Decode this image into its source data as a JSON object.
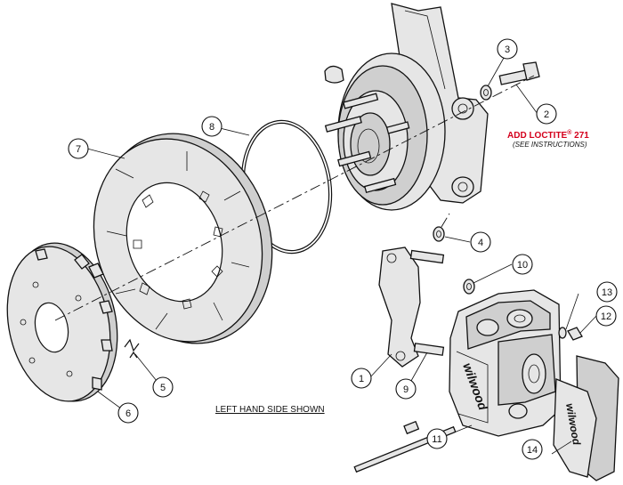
{
  "callouts": {
    "c1": "1",
    "c2": "2",
    "c3": "3",
    "c4": "4",
    "c5": "5",
    "c6": "6",
    "c7": "7",
    "c8": "8",
    "c9": "9",
    "c10": "10",
    "c11": "11",
    "c12": "12",
    "c13": "13",
    "c14": "14"
  },
  "note": {
    "main": "ADD LOCTITE",
    "reg": "®",
    "num": " 271",
    "sub": "(SEE INSTRUCTIONS)"
  },
  "caption": "LEFT HAND SIDE SHOWN",
  "brand": {
    "logo": "wilwood"
  },
  "colors": {
    "note": "#d4001c",
    "line": "#111111"
  }
}
